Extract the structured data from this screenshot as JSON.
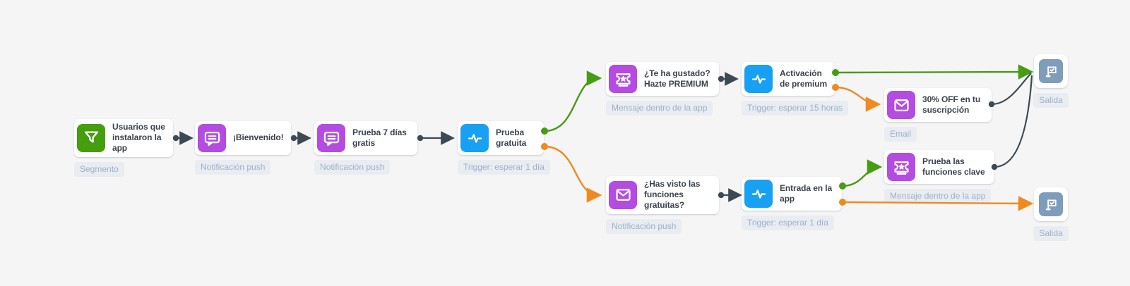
{
  "flow": {
    "nodes": [
      {
        "title": "Usuarios que instalaron la app",
        "tag": "Segmento",
        "icon": "filter-icon",
        "kind": "segment"
      },
      {
        "title": "¡Bienvenido!",
        "tag": "Notificación push",
        "icon": "chat-icon",
        "kind": "push"
      },
      {
        "title": "Prueba 7 días gratis",
        "tag": "Notificación push",
        "icon": "chat-icon",
        "kind": "push"
      },
      {
        "title": "Prueba gratuita",
        "tag": "Trigger: esperar 1 día",
        "icon": "pulse-icon",
        "kind": "trigger"
      },
      {
        "title": "¿Te ha gustado? Hazte PREMIUM",
        "tag": "Mensaje dentro de la app",
        "icon": "ticket-icon",
        "kind": "inapp"
      },
      {
        "title": "Activación de premium",
        "tag": "Trigger: esperar 15 horas",
        "icon": "pulse-icon",
        "kind": "trigger"
      },
      {
        "title": "30% OFF en tu suscripción",
        "tag": "Email",
        "icon": "mail-icon",
        "kind": "email"
      },
      {
        "title": "¿Has visto las funciones gratuitas?",
        "tag": "Notificación push",
        "icon": "mail-icon",
        "kind": "push"
      },
      {
        "title": "Entrada en la app",
        "tag": "Trigger: esperar 1 día",
        "icon": "pulse-icon",
        "kind": "trigger"
      },
      {
        "title": "Prueba las funciones clave",
        "tag": "Mensaje dentro de la app",
        "icon": "ticket-icon",
        "kind": "inapp"
      }
    ],
    "exits": [
      {
        "label": "Salida"
      },
      {
        "label": "Salida"
      }
    ],
    "edges": [
      {
        "from": "Usuarios que instalaron la app",
        "to": "¡Bienvenido!",
        "color": "dark"
      },
      {
        "from": "¡Bienvenido!",
        "to": "Prueba 7 días gratis",
        "color": "dark"
      },
      {
        "from": "Prueba 7 días gratis",
        "to": "Prueba gratuita",
        "color": "dark"
      },
      {
        "from": "Prueba gratuita",
        "to": "¿Te ha gustado? Hazte PREMIUM",
        "color": "green"
      },
      {
        "from": "Prueba gratuita",
        "to": "¿Has visto las funciones gratuitas?",
        "color": "orange"
      },
      {
        "from": "¿Te ha gustado? Hazte PREMIUM",
        "to": "Activación de premium",
        "color": "dark"
      },
      {
        "from": "Activación de premium",
        "to": "Salida (arriba)",
        "color": "green"
      },
      {
        "from": "Activación de premium",
        "to": "30% OFF en tu suscripción",
        "color": "orange"
      },
      {
        "from": "30% OFF en tu suscripción",
        "to": "Salida (arriba)",
        "color": "dark"
      },
      {
        "from": "¿Has visto las funciones gratuitas?",
        "to": "Entrada en la app",
        "color": "dark"
      },
      {
        "from": "Entrada en la app",
        "to": "Prueba las funciones clave",
        "color": "green"
      },
      {
        "from": "Entrada en la app",
        "to": "Salida (abajo)",
        "color": "orange"
      },
      {
        "from": "Prueba las funciones clave",
        "to": "Salida (arriba)",
        "color": "dark"
      }
    ],
    "colors": {
      "background": "#f5f5f6",
      "segment_icon": "#459e0d",
      "push_icon": "#b44ce2",
      "trigger_icon": "#18a0f2",
      "exit_icon": "#7f9dbb",
      "edge_dark": "#3d4a55",
      "edge_green": "#469c13",
      "edge_orange": "#ef8a1f",
      "tag_bg": "#e9ecf1",
      "tag_text": "#9cb1ca",
      "title_text": "#3a434d"
    }
  }
}
